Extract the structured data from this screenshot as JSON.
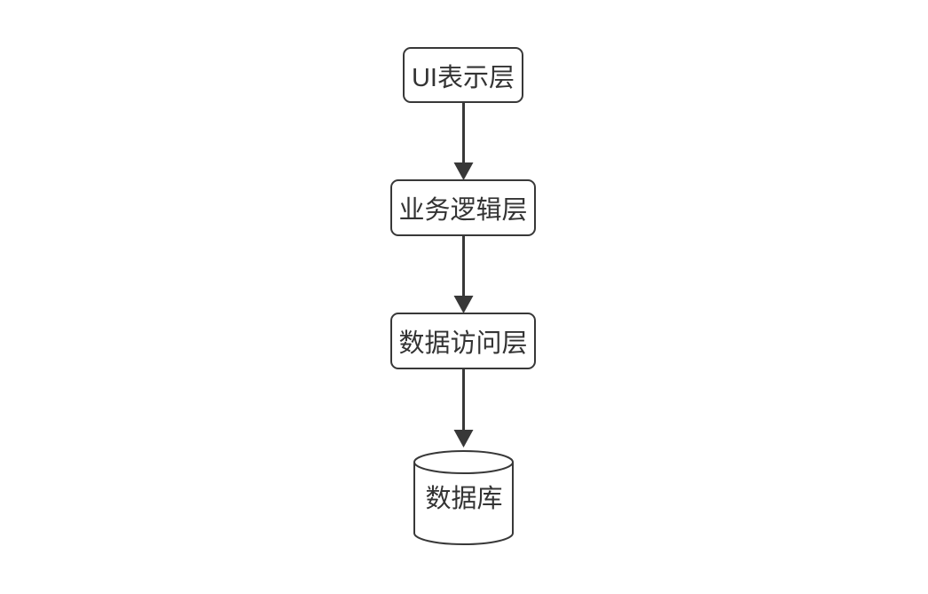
{
  "diagram": {
    "type": "flowchart",
    "direction": "top-down",
    "background_color": "#ffffff",
    "stroke_color": "#383838",
    "text_color": "#333333",
    "node_fill_color": "#ffffff",
    "nodes": [
      {
        "id": "ui-layer",
        "label": "UI表示层",
        "shape": "rounded-rect"
      },
      {
        "id": "business-layer",
        "label": "业务逻辑层",
        "shape": "rounded-rect"
      },
      {
        "id": "data-access-layer",
        "label": "数据访问层",
        "shape": "rounded-rect"
      },
      {
        "id": "database",
        "label": "数据库",
        "shape": "cylinder"
      }
    ],
    "edges": [
      {
        "from": "ui-layer",
        "to": "business-layer",
        "style": "solid-arrow"
      },
      {
        "from": "business-layer",
        "to": "data-access-layer",
        "style": "solid-arrow"
      },
      {
        "from": "data-access-layer",
        "to": "database",
        "style": "solid-arrow"
      }
    ]
  }
}
